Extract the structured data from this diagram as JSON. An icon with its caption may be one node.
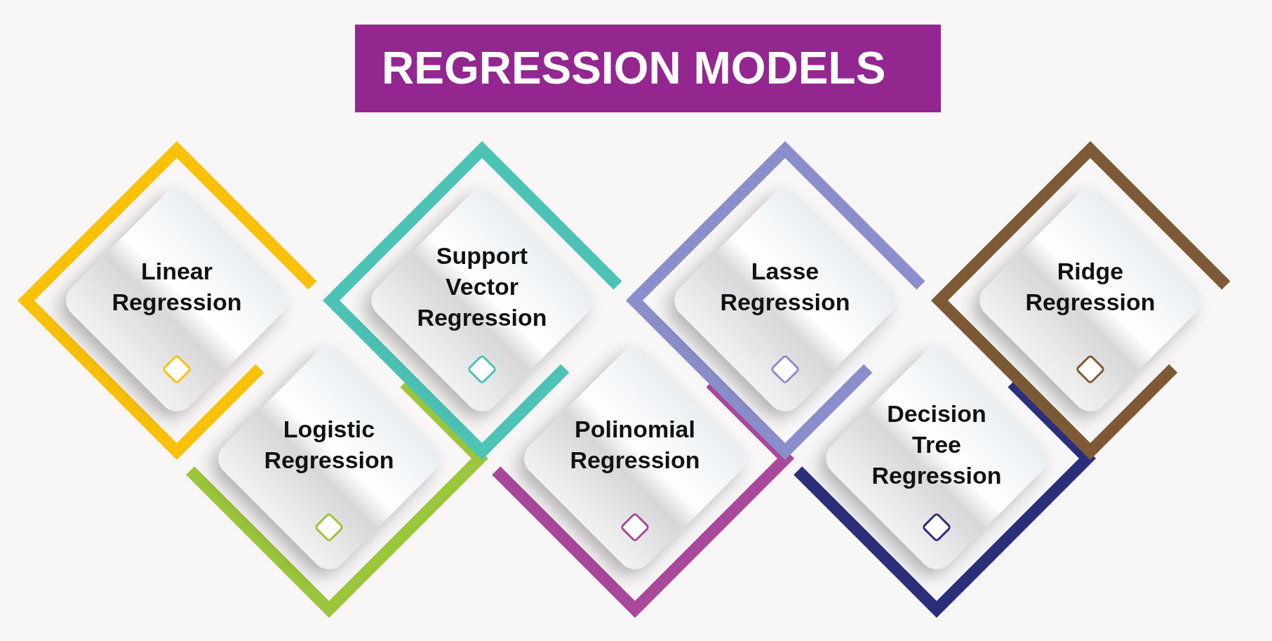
{
  "diagram": {
    "title": "REGRESSION MODELS",
    "nodes": [
      {
        "text": [
          "Linear Regression"
        ]
      },
      {
        "text": [
          "Logistic Regression"
        ]
      },
      {
        "text": [
          "Support Vector Regression"
        ]
      },
      {
        "text": [
          "Polinomial Regression"
        ]
      },
      {
        "text": [
          "Lasse Regression"
        ]
      },
      {
        "text": [
          "Decision Tree Regression"
        ]
      },
      {
        "text": [
          "Ridge Regression"
        ]
      }
    ]
  }
}
